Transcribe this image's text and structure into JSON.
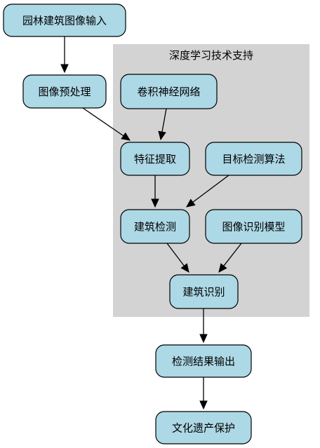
{
  "cluster": {
    "label": "深度学习技术支持"
  },
  "nodes": {
    "input": "园林建筑图像输入",
    "preprocess": "图像预处理",
    "cnn": "卷积神经网络",
    "feature": "特征提取",
    "detect_algo": "目标检测算法",
    "building_detect": "建筑检测",
    "recog_model": "图像识别模型",
    "building_recog": "建筑识别",
    "result_output": "检测结果输出",
    "heritage": "文化遗产保护"
  },
  "edges": [
    {
      "from": "input",
      "to": "preprocess"
    },
    {
      "from": "preprocess",
      "to": "feature"
    },
    {
      "from": "cnn",
      "to": "feature"
    },
    {
      "from": "feature",
      "to": "building_detect"
    },
    {
      "from": "detect_algo",
      "to": "building_detect"
    },
    {
      "from": "building_detect",
      "to": "building_recog"
    },
    {
      "from": "recog_model",
      "to": "building_recog"
    },
    {
      "from": "building_recog",
      "to": "result_output"
    },
    {
      "from": "result_output",
      "to": "heritage"
    }
  ]
}
